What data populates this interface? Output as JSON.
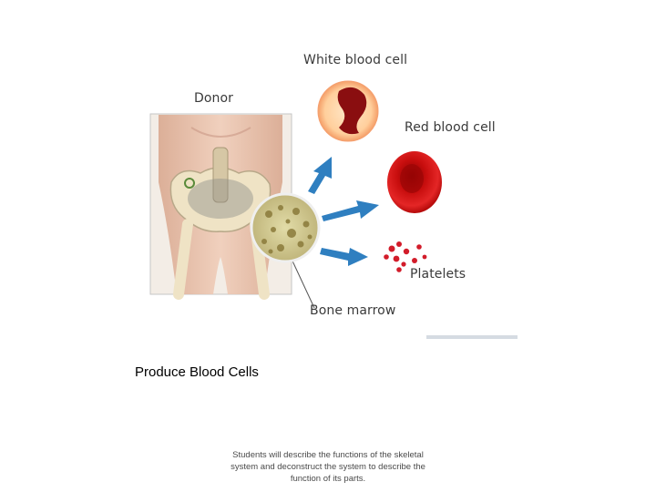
{
  "diagram": {
    "labels": {
      "donor": "Donor",
      "white_blood_cell": "White blood cell",
      "red_blood_cell": "Red blood cell",
      "platelets": "Platelets",
      "bone_marrow": "Bone marrow"
    }
  },
  "caption": "Produce Blood Cells",
  "footer": "Students will describe the functions of the skeletal system and deconstruct the system to describe the function of its parts.",
  "colors": {
    "skin": "#e8c2ad",
    "bone": "#f0e6cc",
    "arrow": "#2f7fc0",
    "red_cell": "#d81818",
    "marrow": "#c9c08a"
  }
}
